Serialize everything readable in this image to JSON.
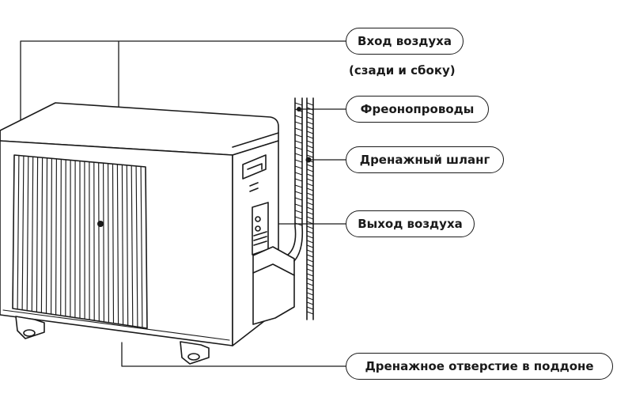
{
  "labels": {
    "air_inlet": "Вход воздуха",
    "air_inlet_note": "(сзади и сбоку)",
    "refrigerant_pipes": "Фреонопроводы",
    "drain_hose": "Дренажный шланг",
    "air_outlet": "Выход воздуха",
    "drain_hole": "Дренажное отверстие в поддоне"
  },
  "colors": {
    "line": "#1a1a1a",
    "background": "#ffffff"
  }
}
